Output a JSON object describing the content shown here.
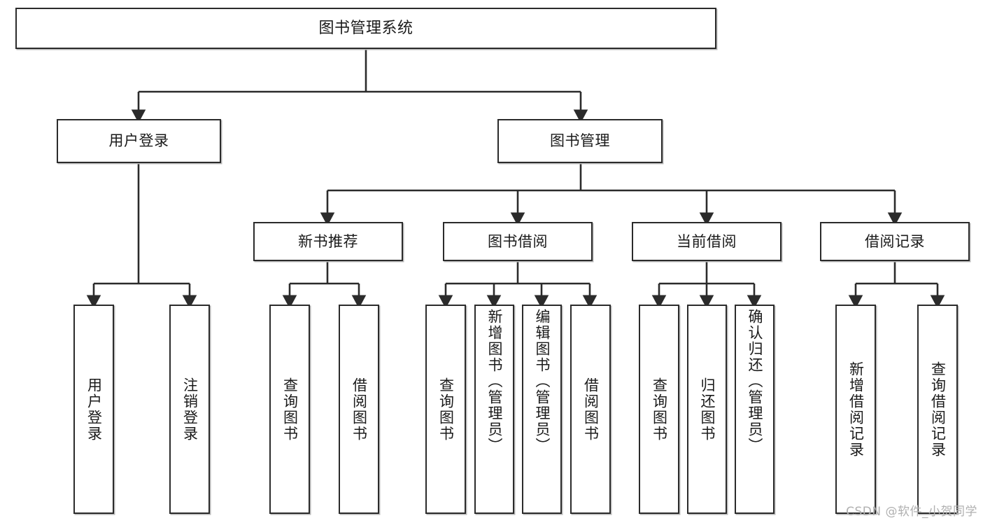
{
  "diagram": {
    "title": "图书管理系统",
    "type": "tree-hierarchy",
    "root": {
      "id": "root",
      "label": "图书管理系统"
    },
    "level2": [
      {
        "id": "user-login",
        "label": "用户登录"
      },
      {
        "id": "book-management",
        "label": "图书管理"
      }
    ],
    "level3": [
      {
        "id": "new-book-recommend",
        "label": "新书推荐"
      },
      {
        "id": "book-borrow",
        "label": "图书借阅"
      },
      {
        "id": "current-borrow",
        "label": "当前借阅"
      },
      {
        "id": "borrow-record",
        "label": "借阅记录"
      }
    ],
    "leaves": {
      "user_login": [
        {
          "id": "leaf-user-login",
          "label": "用户登录"
        },
        {
          "id": "leaf-logout-login",
          "label": "注销登录"
        }
      ],
      "new_book_recommend": [
        {
          "id": "leaf-query-book-1",
          "label": "查询图书"
        },
        {
          "id": "leaf-borrow-book-1",
          "label": "借阅图书"
        }
      ],
      "book_borrow": [
        {
          "id": "leaf-query-book-2",
          "label": "查询图书"
        },
        {
          "id": "leaf-add-book",
          "label": "新增图书（管理员）"
        },
        {
          "id": "leaf-edit-book",
          "label": "编辑图书（管理员）"
        },
        {
          "id": "leaf-borrow-book-2",
          "label": "借阅图书"
        }
      ],
      "current_borrow": [
        {
          "id": "leaf-query-book-3",
          "label": "查询图书"
        },
        {
          "id": "leaf-return-book",
          "label": "归还图书"
        },
        {
          "id": "leaf-confirm-return",
          "label": "确认归还（管理员）"
        }
      ],
      "borrow_record": [
        {
          "id": "leaf-add-record",
          "label": "新增借阅记录"
        },
        {
          "id": "leaf-query-record",
          "label": "查询借阅记录"
        }
      ]
    }
  },
  "watermark": {
    "text": "CSDN @软件_小贺同学"
  },
  "colors": {
    "border": "#2b2b2b",
    "background": "#ffffff",
    "text": "#1a1a1a",
    "shadow": "#b9b9b9",
    "watermark": "#b0b0b0"
  }
}
